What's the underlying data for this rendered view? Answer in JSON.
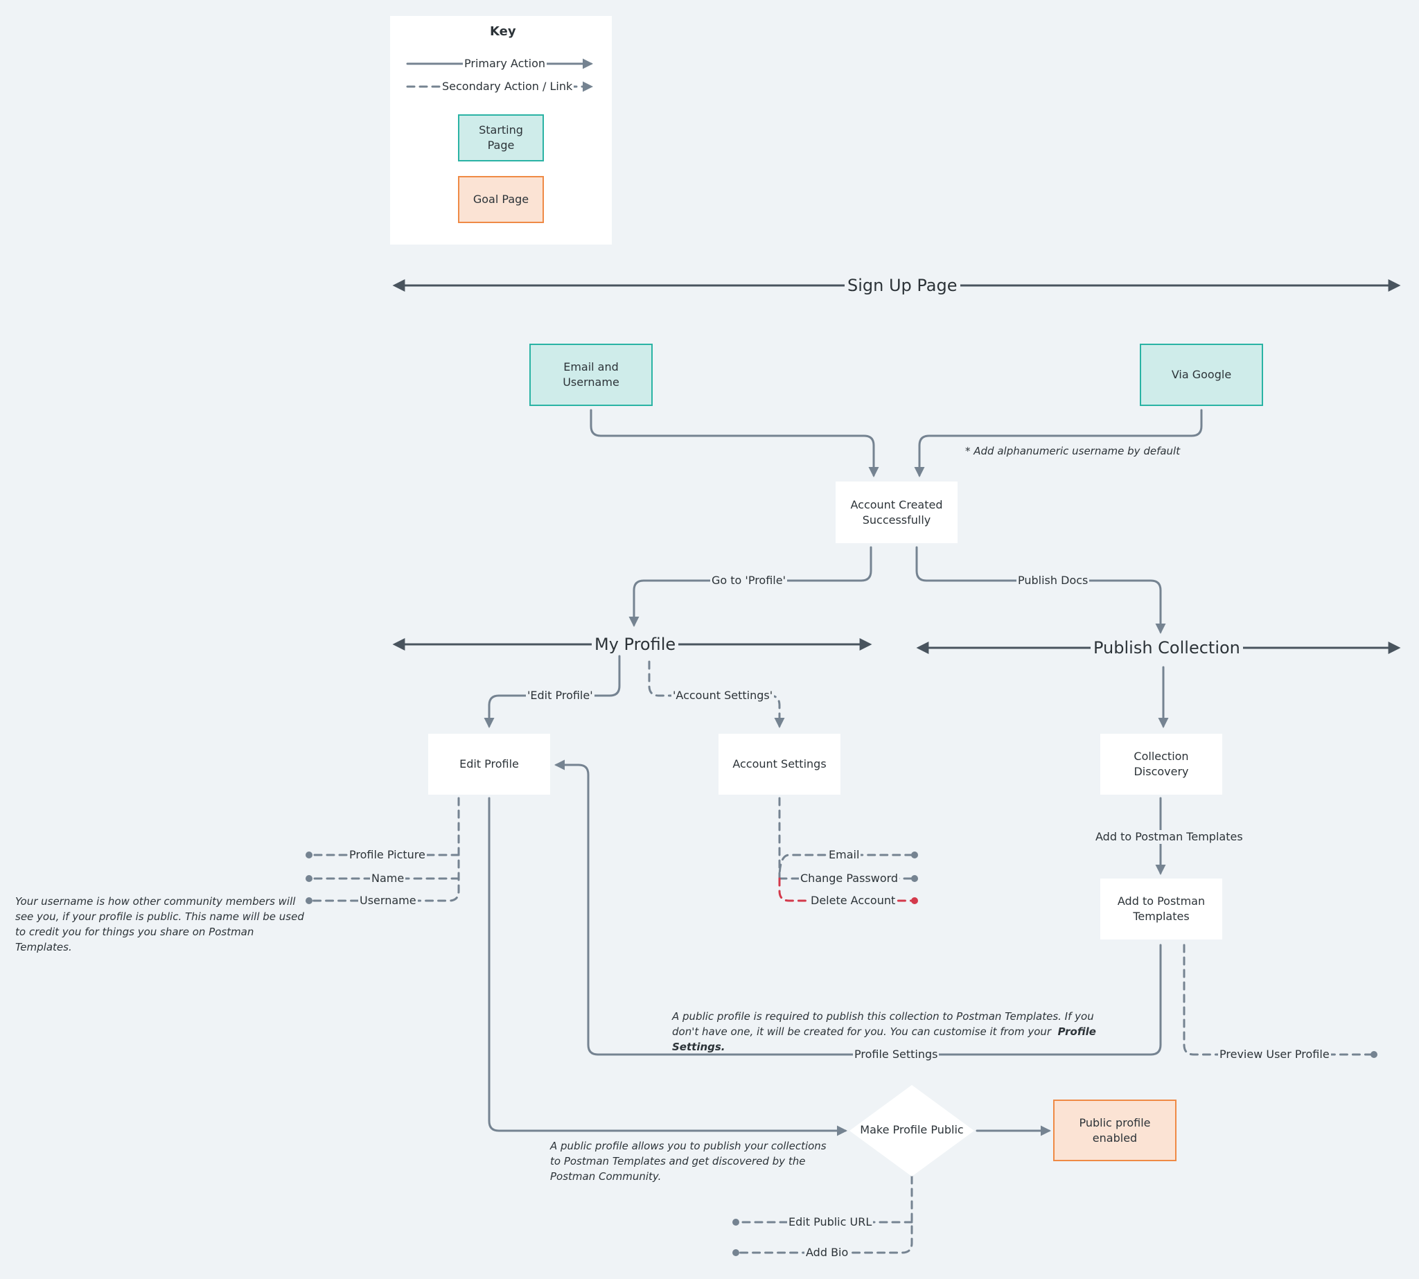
{
  "key": {
    "title": "Key",
    "primary": "Primary Action",
    "secondary": "Secondary Action / Link",
    "starting_page": "Starting Page",
    "goal_page": "Goal Page"
  },
  "sections": {
    "sign_up": "Sign Up Page",
    "my_profile": "My Profile",
    "publish_collection": "Publish Collection"
  },
  "nodes": {
    "email_username": "Email and Username",
    "via_google": "Via Google",
    "account_created": "Account Created Successfully",
    "edit_profile": "Edit Profile",
    "account_settings": "Account Settings",
    "collection_discovery": "Collection Discovery",
    "add_to_templates": "Add to Postman Templates",
    "make_public": "Make Profile Public",
    "public_enabled": "Public profile enabled"
  },
  "edges": {
    "go_to_profile": "Go to 'Profile'",
    "publish_docs": "Publish Docs",
    "edit_profile": "'Edit Profile'",
    "account_settings": "'Account Settings'",
    "add_to_templates": "Add to Postman Templates",
    "profile_settings": "Profile Settings",
    "preview_user_profile": "Preview User Profile"
  },
  "edit_profile_items": [
    "Profile Picture",
    "Name",
    "Username"
  ],
  "account_items": [
    "Email",
    "Change Password",
    "Delete Account"
  ],
  "public_items": [
    "Edit Public URL",
    "Add Bio"
  ],
  "notes": {
    "google_default": "* Add alphanumeric username by default",
    "username": "Your username is how other community members will see you, if your profile is public. This name will be used to credit you for things you share on Postman Templates.",
    "public_required": "A public profile is required to publish this collection to Postman Templates. If you don't have one, it will be created for you. You can customise it from your",
    "public_required_link": "Profile Settings.",
    "public_allows": "A public profile allows you to publish your collections to Postman Templates and get discovered by the Postman Community."
  },
  "colors": {
    "background": "#eff3f6",
    "connector": "#758391",
    "section_line": "#49545e",
    "start_fill": "#cfecea",
    "start_border": "#2ab3a4",
    "goal_fill": "#fbe3d4",
    "goal_border": "#ef8a45",
    "danger": "#d3394b"
  }
}
